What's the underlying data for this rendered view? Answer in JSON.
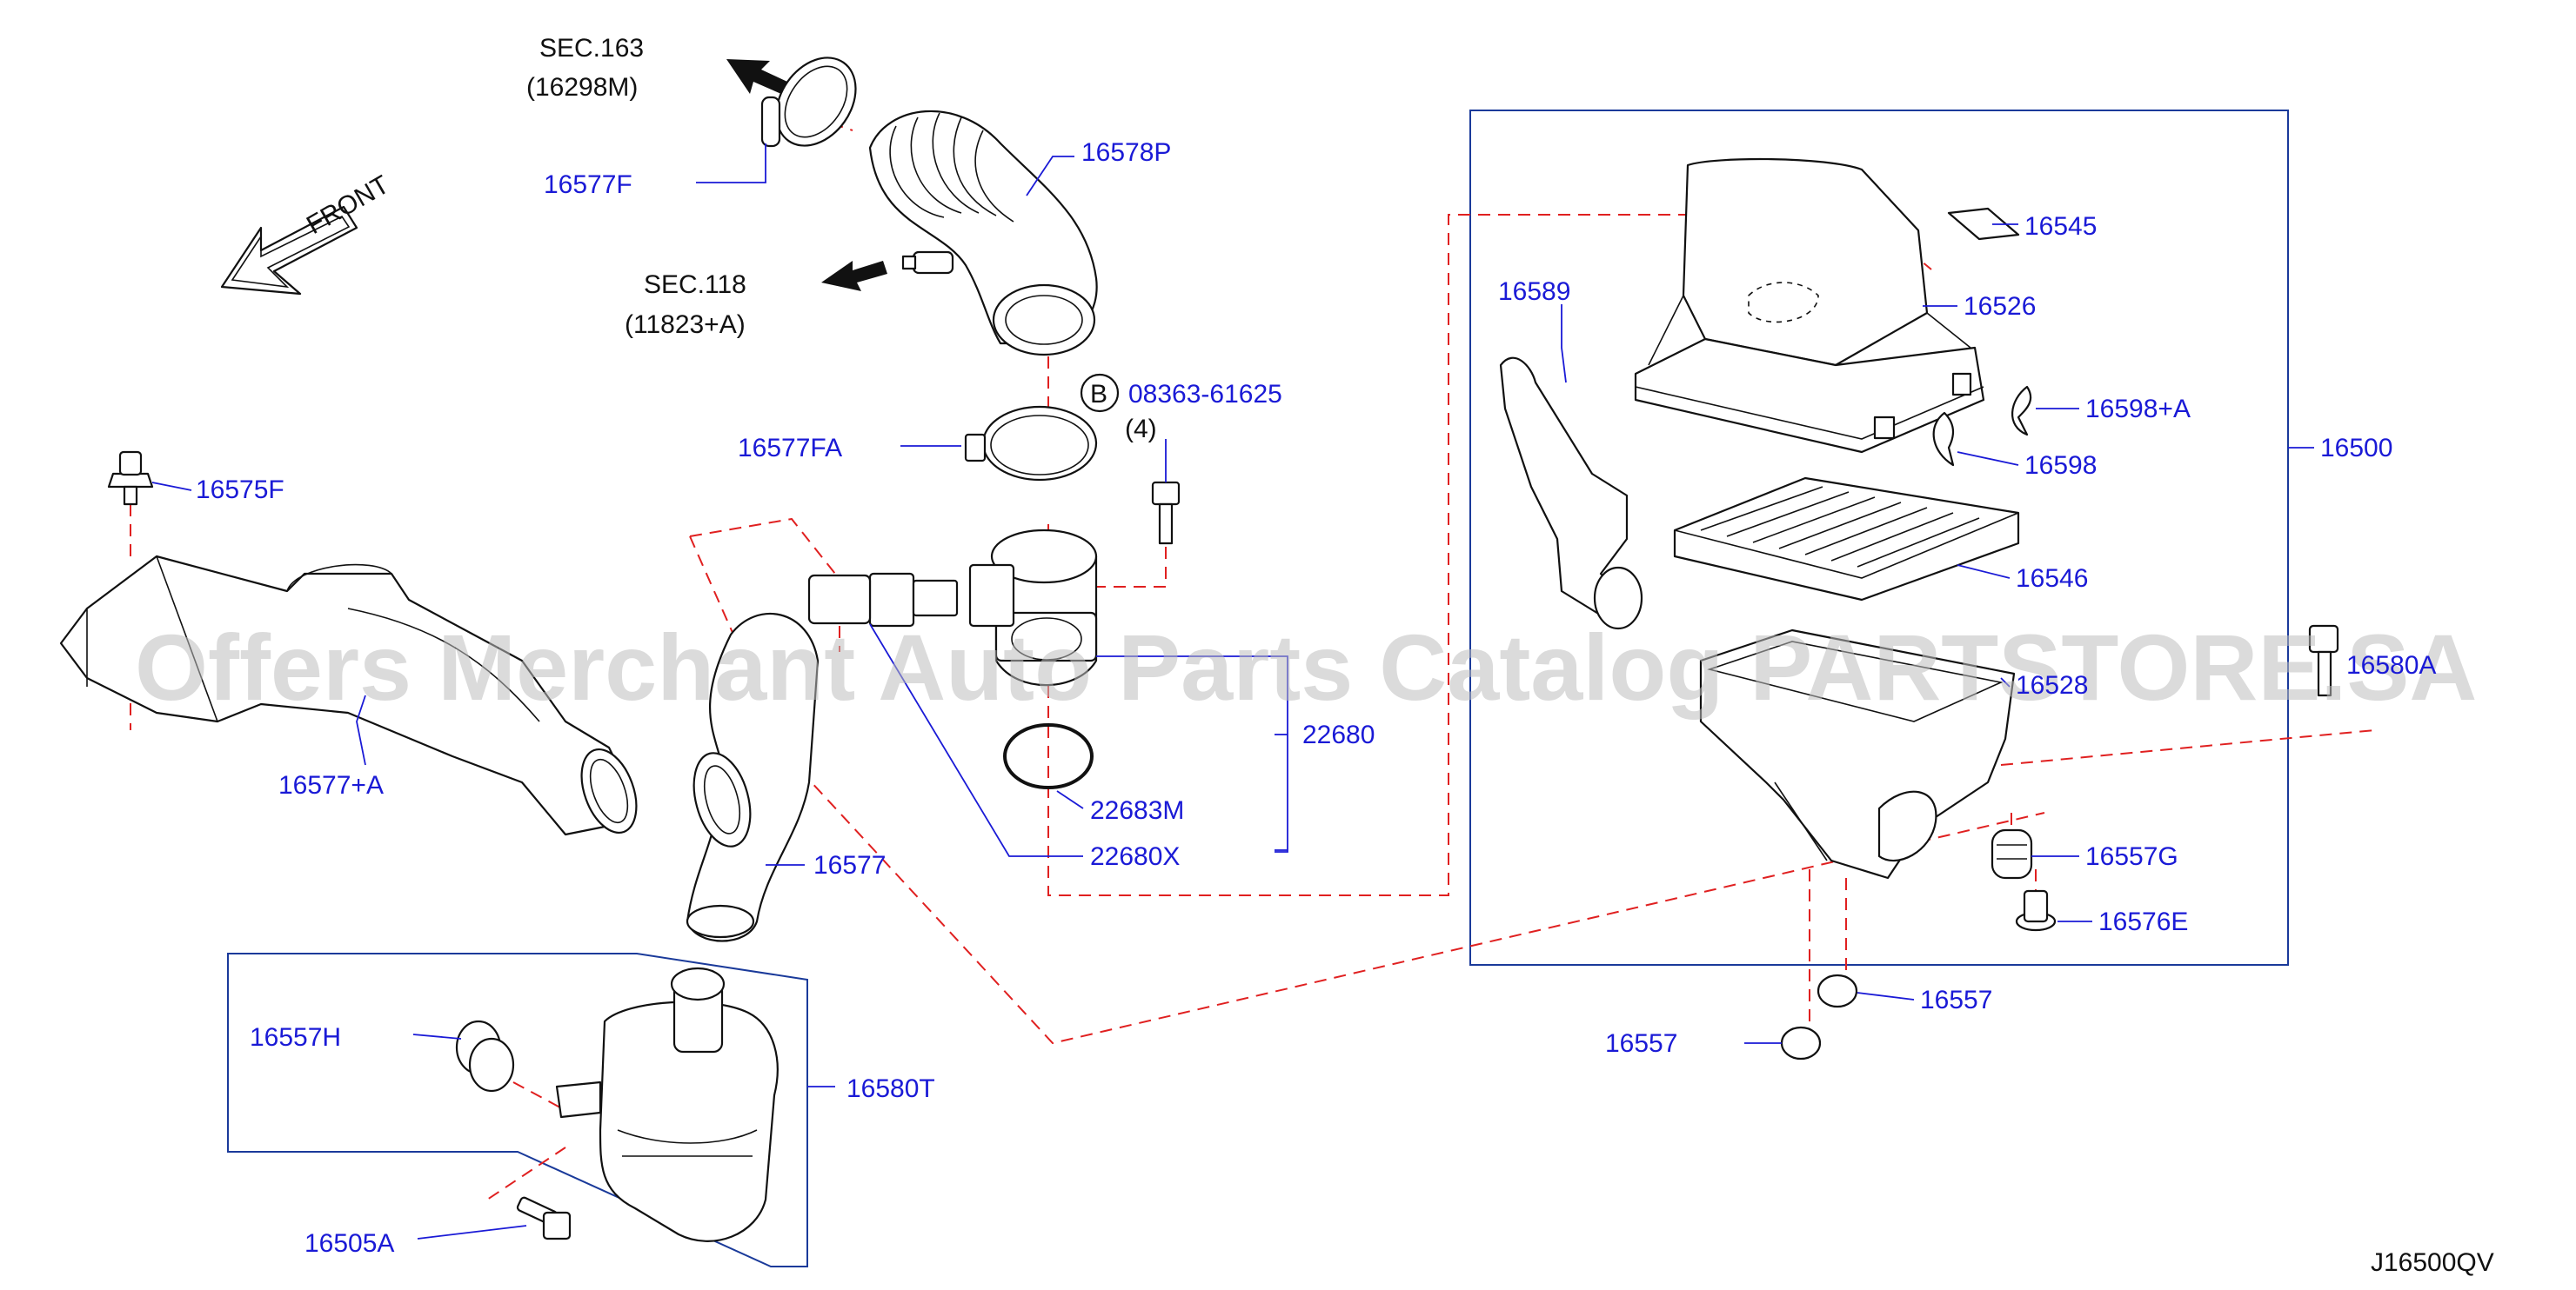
{
  "diagram": {
    "parts": {
      "p16577F": "16577F",
      "p16578P": "16578P",
      "p16577FA": "16577FA",
      "p08363": "08363-61625",
      "p08363_qty": "(4)",
      "p08363_badge": "B",
      "p16575F": "16575F",
      "p16577A": "16577+A",
      "p16577": "16577",
      "p22680": "22680",
      "p22683M": "22683M",
      "p22680X": "22680X",
      "p16557H": "16557H",
      "p16580T": "16580T",
      "p16505A": "16505A",
      "p16589": "16589",
      "p16545": "16545",
      "p16526": "16526",
      "p16598A": "16598+A",
      "p16598": "16598",
      "p16500": "16500",
      "p16546": "16546",
      "p16528": "16528",
      "p16580A": "16580A",
      "p16557G": "16557G",
      "p16576E": "16576E",
      "p16557_a": "16557",
      "p16557_b": "16557"
    },
    "refs": {
      "sec163": "SEC.163",
      "sec163_code": "(16298M)",
      "sec118": "SEC.118",
      "sec118_code": "(11823+A)"
    },
    "front": "FRONT",
    "watermark": "Offers Merchant Auto Parts Catalog PARTSTORE.SA",
    "code": "J16500QV"
  },
  "colors": {
    "label": "#1a1ad6",
    "leader": "#1a1ad6",
    "dashed_guide": "#e02020",
    "outline": "#111111",
    "frame": "#1a3a9a"
  }
}
